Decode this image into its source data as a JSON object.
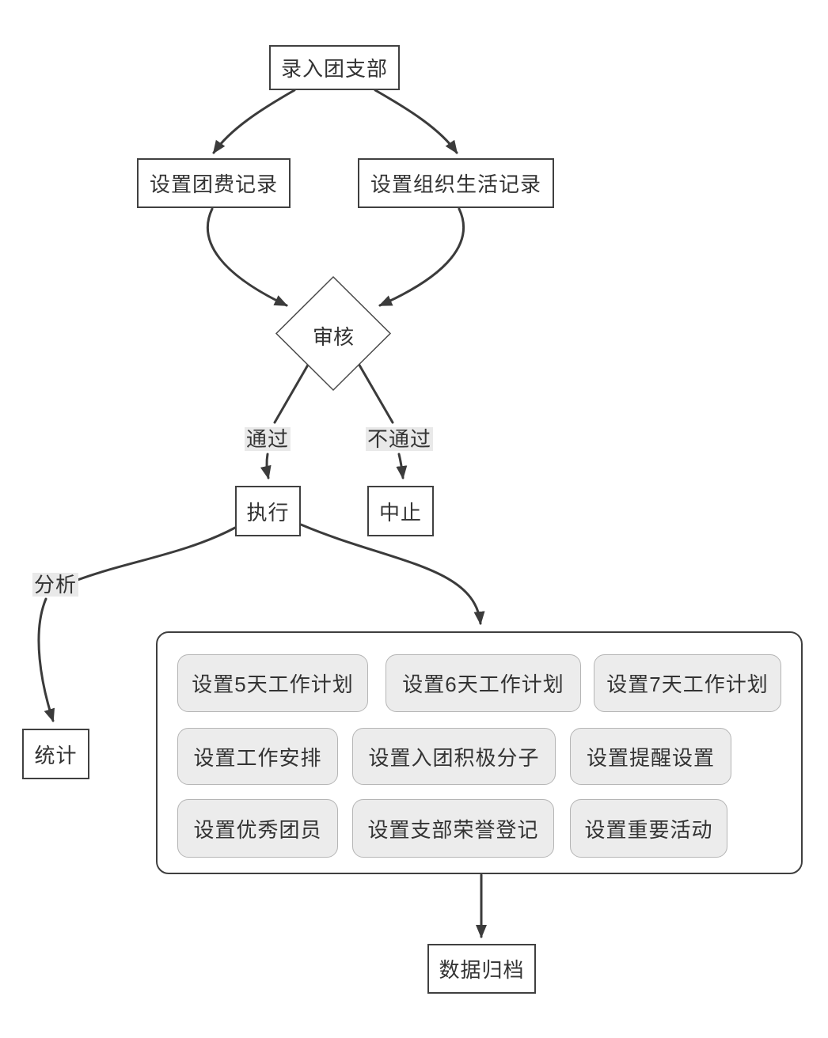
{
  "diagram": {
    "nodes": {
      "start": "录入团支部",
      "fee_record": "设置团费记录",
      "org_life_record": "设置组织生活记录",
      "review": "审核",
      "execute": "执行",
      "abort": "中止",
      "stats": "统计",
      "archive": "数据归档"
    },
    "edge_labels": {
      "pass": "通过",
      "fail": "不通过",
      "analyze": "分析"
    },
    "tasks": [
      "设置5天工作计划",
      "设置6天工作计划",
      "设置7天工作计划",
      "设置工作安排",
      "设置入团积极分子",
      "设置提醒设置",
      "设置优秀团员",
      "设置支部荣誉登记",
      "设置重要活动"
    ],
    "colors": {
      "edge_line": "#3b3b3b",
      "node_border": "#404040",
      "node_fill": "#ffffff",
      "task_fill": "#ececec",
      "task_border": "#b5b5b5",
      "label_background": "#e9e9e9",
      "text": "#333333"
    }
  }
}
